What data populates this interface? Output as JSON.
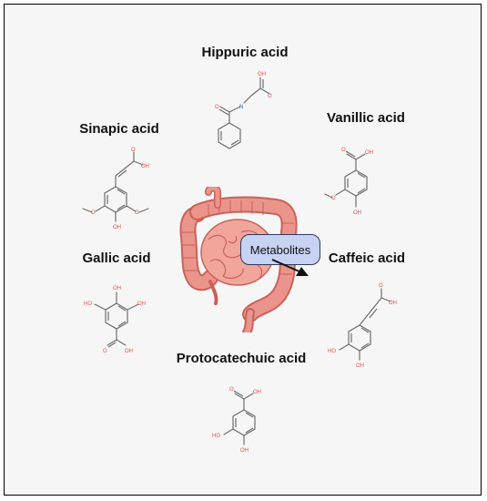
{
  "diagram": {
    "center_badge": "Metabolites",
    "compounds": {
      "hippuric": "Hippuric acid",
      "vanillic": "Vanillic acid",
      "sinapic": "Sinapic acid",
      "gallic": "Gallic acid",
      "caffeic": "Caffeic acid",
      "protocatechuic": "Protocatechuic acid"
    },
    "colors": {
      "frame": "#000000",
      "badge_fill": "#c8d2f2",
      "badge_border": "#2f3a5e",
      "intestine": "#e8877f",
      "oxygen": "#d9534f",
      "nitrogen": "#3b5bdb",
      "bond": "#6e6e6e"
    },
    "icons": [
      "intestine-icon",
      "arrow-icon"
    ]
  }
}
